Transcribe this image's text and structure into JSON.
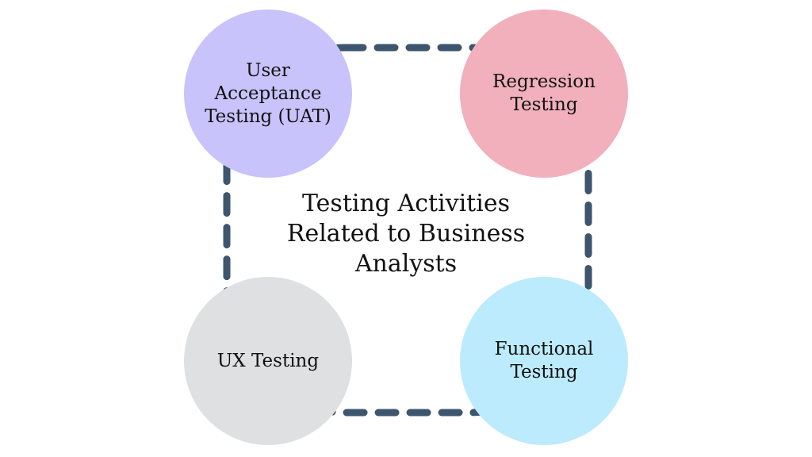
{
  "title": "Testing Activities\nRelated to Business\nAnalysts",
  "colors": {
    "ring": "#3d566e",
    "uat": "#c9c3fb",
    "regression": "#f1b0bc",
    "ux": "#dee0e1",
    "functional": "#bbebfc"
  },
  "nodes": {
    "uat": {
      "label": "User\nAcceptance\nTesting (UAT)"
    },
    "regression": {
      "label": "Regression\nTesting"
    },
    "ux": {
      "label": "UX Testing"
    },
    "functional": {
      "label": "Functional\nTesting"
    }
  }
}
